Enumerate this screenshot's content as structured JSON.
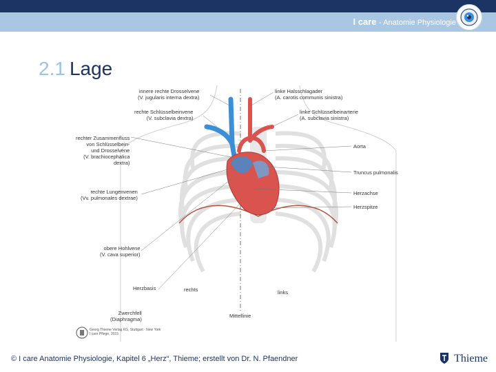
{
  "brand": {
    "name": "I care",
    "subtitle": "- Anatomie Physiologie"
  },
  "slide": {
    "number": "2.1",
    "title": "Lage"
  },
  "labels": {
    "innere_drosselvene": "innere rechte Drosselvene",
    "innere_drosselvene_lat": "(V. jugularis interna dextra)",
    "schluesselbeinvene": "rechte Schlüsselbeinvene",
    "schluesselbeinvene_lat": "(V. subclavia dextra)",
    "zusammenfluss_1": "rechter Zusammenfluss",
    "zusammenfluss_2": "von Schlüsselbein-",
    "zusammenfluss_3": "und Drosselvene",
    "zusammenfluss_4": "(V. brachiocephalica",
    "zusammenfluss_5": "dextra)",
    "lungenvenen": "rechte Lungenvenen",
    "lungenvenen_lat": "(Vv. pulmonales dextrae)",
    "hohlvene": "obere Hohlvene",
    "hohlvene_lat": "(V. cava superior)",
    "herzbasis": "Herzbasis",
    "rechts": "rechts",
    "links": "links",
    "zwerchfell": "Zwerchfell",
    "zwerchfell_lat": "(Diaphragma)",
    "mittellinie": "Mittellinie",
    "halsschlagader": "linke Halsschlagader",
    "halsschlagader_lat": "(A. carotis communis sinistra)",
    "schluesselbeinarterie": "linke Schlüsselbeinarterie",
    "schluesselbeinarterie_lat": "(A. subclavia sinistra)",
    "aorta": "Aorta",
    "truncus": "Truncus pulmonalis",
    "herzachse": "Herzachse",
    "herzspitze": "Herzspitze"
  },
  "copyright": {
    "line1": "Georg Thieme Verlag KG, Stuttgart · New York",
    "line2": "I care Pflege, 2015"
  },
  "footer": {
    "text": "© I care Anatomie Physiologie, Kapitel 6 „Herz“, Thieme; erstellt von Dr. N. Pfaendner"
  },
  "publisher": {
    "name": "Thieme"
  },
  "colors": {
    "navy": "#1c3464",
    "light_blue": "#a9c6e3",
    "artery": "#d9534f",
    "vein": "#3b8fd6"
  }
}
